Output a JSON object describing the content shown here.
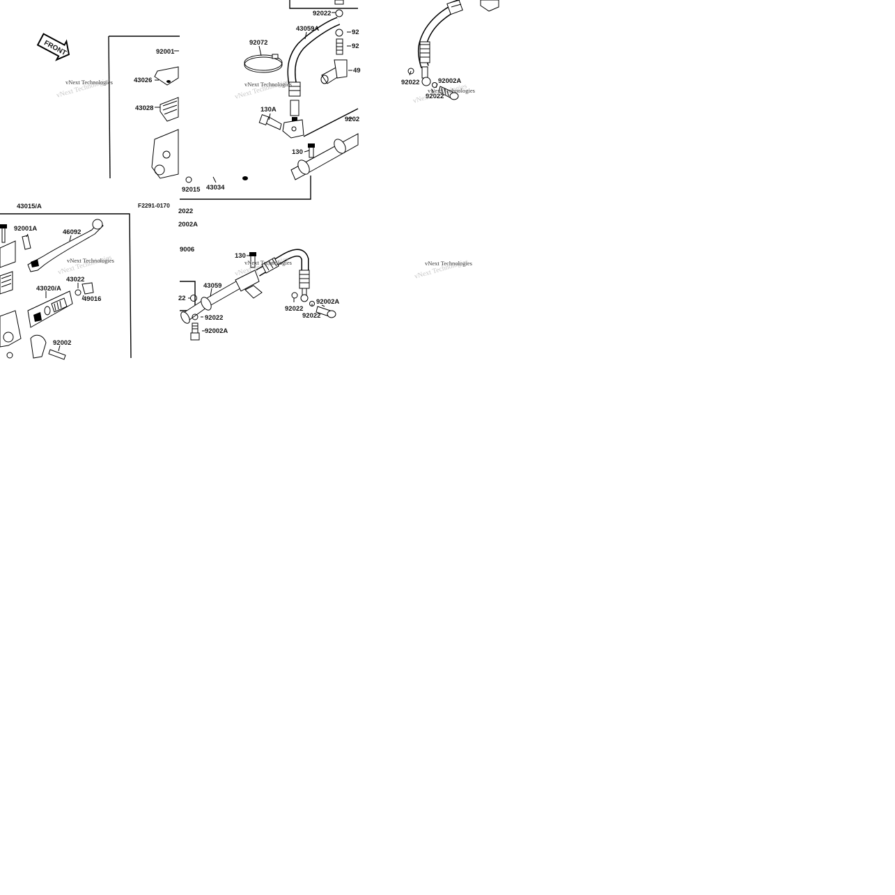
{
  "diagram": {
    "orientation_arrow": "FRONT",
    "figure_code": "F2291-0170",
    "watermark": "vNext Technologies",
    "labels": {
      "p92001": "92001",
      "p43026": "43026",
      "p43028": "43028",
      "p92015": "92015",
      "p43034": "43034",
      "p92072": "92072",
      "p43059A": "43059A",
      "p92022_top": "92022",
      "p130A": "130A",
      "p130_mid": "130",
      "p92022_cut_a": "92",
      "p92022_cut_b": "92",
      "p92022_cut_c": "9202",
      "p49_cut": "49",
      "p92022_tr1": "92022",
      "p92002A_tr": "92002A",
      "p92022_tr2": "92022",
      "p43015A": "43015/A",
      "p92001A": "92001A",
      "p46092": "46092",
      "p43020A": "43020/A",
      "p43022": "43022",
      "p49016": "49016",
      "p92002": "92002",
      "p2022_cut": "2022",
      "p2002A_cut": "2002A",
      "p9006_cut": "9006",
      "p130_low": "130",
      "p43059": "43059",
      "p22_cut": "22",
      "p92022_low1": "92022",
      "p92002A_low1": "92002A",
      "p92022_low2": "92022",
      "p92002A_low2": "92002A",
      "p92022_low3": "92022"
    }
  }
}
